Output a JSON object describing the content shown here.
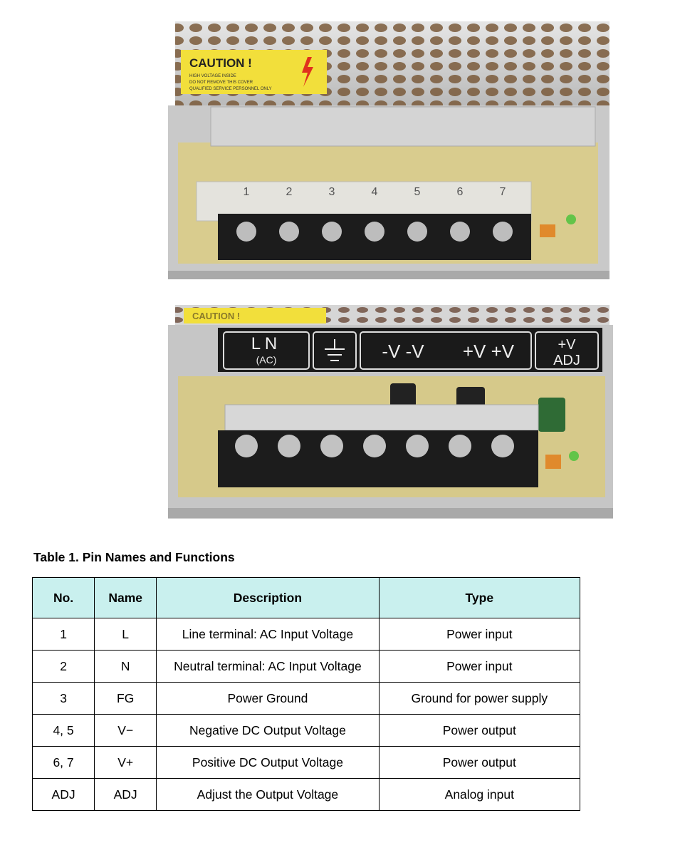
{
  "photos": {
    "top": {
      "caution_title": "CAUTION !",
      "caution_lines": [
        "HIGH VOLTAGE INSIDE",
        "DO NOT REMOVE THIS COVER",
        "QUALIFIED SERVICE PERSONNEL ONLY"
      ],
      "terminal_numbers": [
        "1",
        "2",
        "3",
        "4",
        "5",
        "6",
        "7"
      ]
    },
    "bottom": {
      "caution_title": "CAUTION !",
      "label_ln": "L    N",
      "label_ac": "(AC)",
      "label_minus_v": "-V  -V",
      "label_plus_v": "+V  +V",
      "label_adj_top": "+V",
      "label_adj_bottom": "ADJ"
    }
  },
  "table": {
    "title": "Table 1. Pin Names and Functions",
    "headers": [
      "No.",
      "Name",
      "Description",
      "Type"
    ],
    "rows": [
      [
        "1",
        "L",
        "Line terminal: AC Input Voltage",
        "Power input"
      ],
      [
        "2",
        "N",
        "Neutral terminal: AC Input Voltage",
        "Power input"
      ],
      [
        "3",
        "FG",
        "Power Ground",
        "Ground for power supply"
      ],
      [
        "4, 5",
        "V−",
        "Negative DC Output Voltage",
        "Power output"
      ],
      [
        "6, 7",
        "V+",
        "Positive DC Output Voltage",
        "Power output"
      ],
      [
        "ADJ",
        "ADJ",
        "Adjust the Output Voltage",
        "Analog input"
      ]
    ],
    "header_color": "#c9f0ee"
  }
}
